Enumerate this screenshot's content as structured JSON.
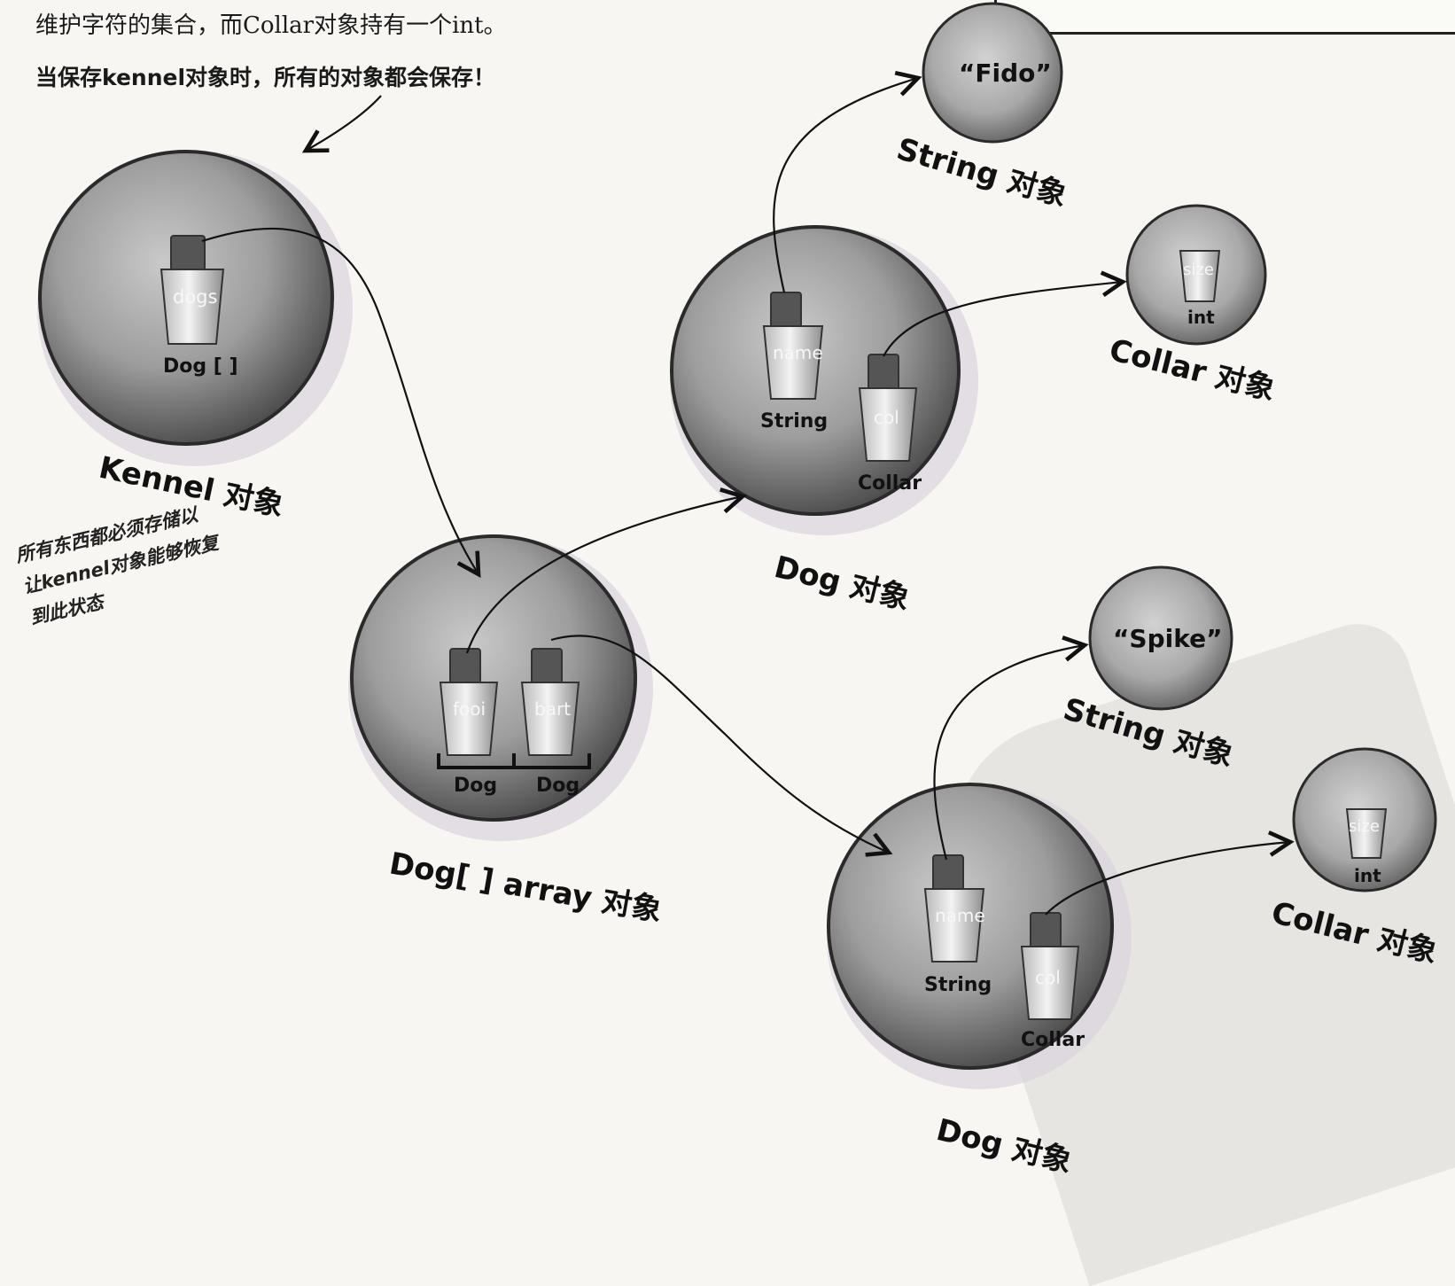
{
  "text": {
    "intro_line": "维护字符的集合，而Collar对象持有一个int。",
    "save_note": "当保存kennel对象时，所有的对象都会保存！",
    "margin_note": [
      "所有东西都必须存储以",
      "让kennel对象能够恢复",
      "到此状态"
    ]
  },
  "objects": {
    "kennel": {
      "label": "Kennel 对象",
      "var_name": "dogs",
      "var_type": "Dog [ ]"
    },
    "dog_array": {
      "label": "Dog[ ]  array 对象",
      "slot1_name": "fooi",
      "slot2_name": "bart",
      "slot1_type": "Dog",
      "slot2_type": "Dog"
    },
    "dog1": {
      "label": "Dog 对象",
      "name_var": "name",
      "name_type": "String",
      "col_var": "col",
      "col_type": "Collar"
    },
    "dog2": {
      "label": "Dog 对象",
      "name_var": "name",
      "name_type": "String",
      "col_var": "col",
      "col_type": "Collar"
    },
    "string1": {
      "value": "“Fido”",
      "label": "String 对象"
    },
    "string2": {
      "value": "“Spike”",
      "label": "String 对象"
    },
    "collar1": {
      "var_name": "size",
      "var_type": "int",
      "label": "Collar 对象"
    },
    "collar2": {
      "var_name": "size",
      "var_type": "int",
      "label": "Collar 对象"
    }
  }
}
